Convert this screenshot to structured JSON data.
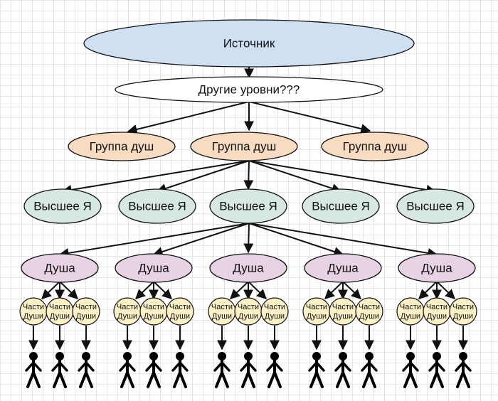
{
  "source": {
    "label": "Источник",
    "fill": "#cfe0f3"
  },
  "levels": {
    "label": "Другие уровни???",
    "fill": "#ffffff"
  },
  "groups": {
    "fill": "#f8dcc2",
    "items": [
      {
        "label": "Группа душ"
      },
      {
        "label": "Группа душ"
      },
      {
        "label": "Группа душ"
      }
    ]
  },
  "higher_selves": {
    "fill": "#d7e7e3",
    "items": [
      {
        "label": "Высшее Я"
      },
      {
        "label": "Высшее Я"
      },
      {
        "label": "Высшее Я"
      },
      {
        "label": "Высшее Я"
      },
      {
        "label": "Высшее Я"
      }
    ]
  },
  "souls": {
    "fill": "#e7d3e3",
    "items": [
      {
        "label": "Душа"
      },
      {
        "label": "Душа"
      },
      {
        "label": "Душа"
      },
      {
        "label": "Душа"
      },
      {
        "label": "Душа"
      }
    ]
  },
  "soul_parts": {
    "fill": "#fbf0c6",
    "line1": "Части",
    "line2": "Души",
    "per_soul": 3
  },
  "people": {
    "per_part": 1,
    "color": "#000000"
  },
  "stroke": "#111111"
}
